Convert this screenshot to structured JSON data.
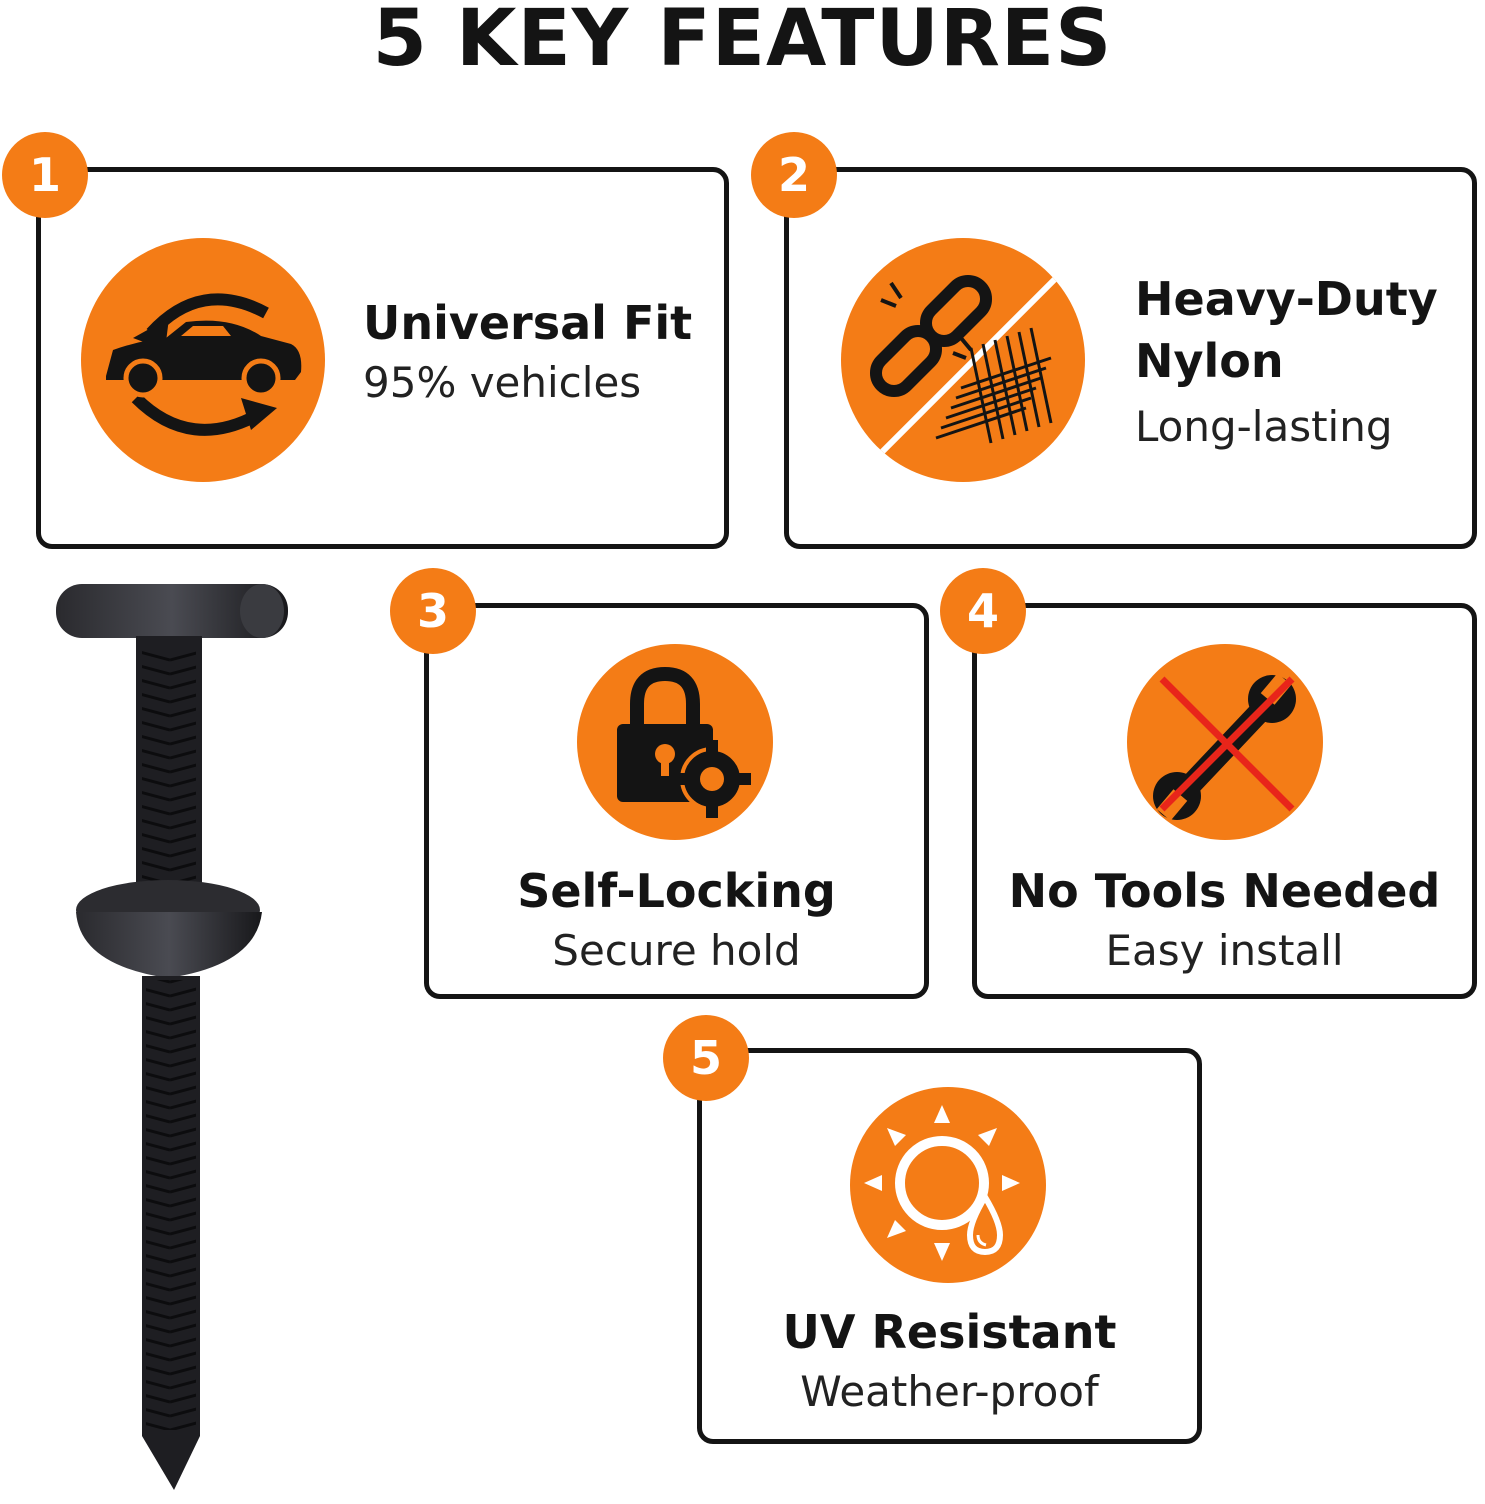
{
  "page": {
    "title": "5 KEY FEATURES"
  },
  "colors": {
    "accent": "#f47c16",
    "ink": "#141414",
    "strike": "#e8251a"
  },
  "features": [
    {
      "number": "1",
      "title": "Universal Fit",
      "subtitle": "95% vehicles",
      "icon": "car-arrows-icon"
    },
    {
      "number": "2",
      "title_line1": "Heavy-Duty",
      "title_line2": "Nylon",
      "subtitle": "Long-lasting",
      "icon": "broken-chain-mesh-icon"
    },
    {
      "number": "3",
      "title": "Self-Locking",
      "subtitle": "Secure hold",
      "icon": "lock-gear-icon"
    },
    {
      "number": "4",
      "title": "No Tools Needed",
      "subtitle": "Easy install",
      "icon": "no-wrench-icon"
    },
    {
      "number": "5",
      "title": "UV Resistant",
      "subtitle": "Weather-proof",
      "icon": "sun-droplet-icon"
    }
  ],
  "product": {
    "icon": "push-pin-fastener-image"
  }
}
